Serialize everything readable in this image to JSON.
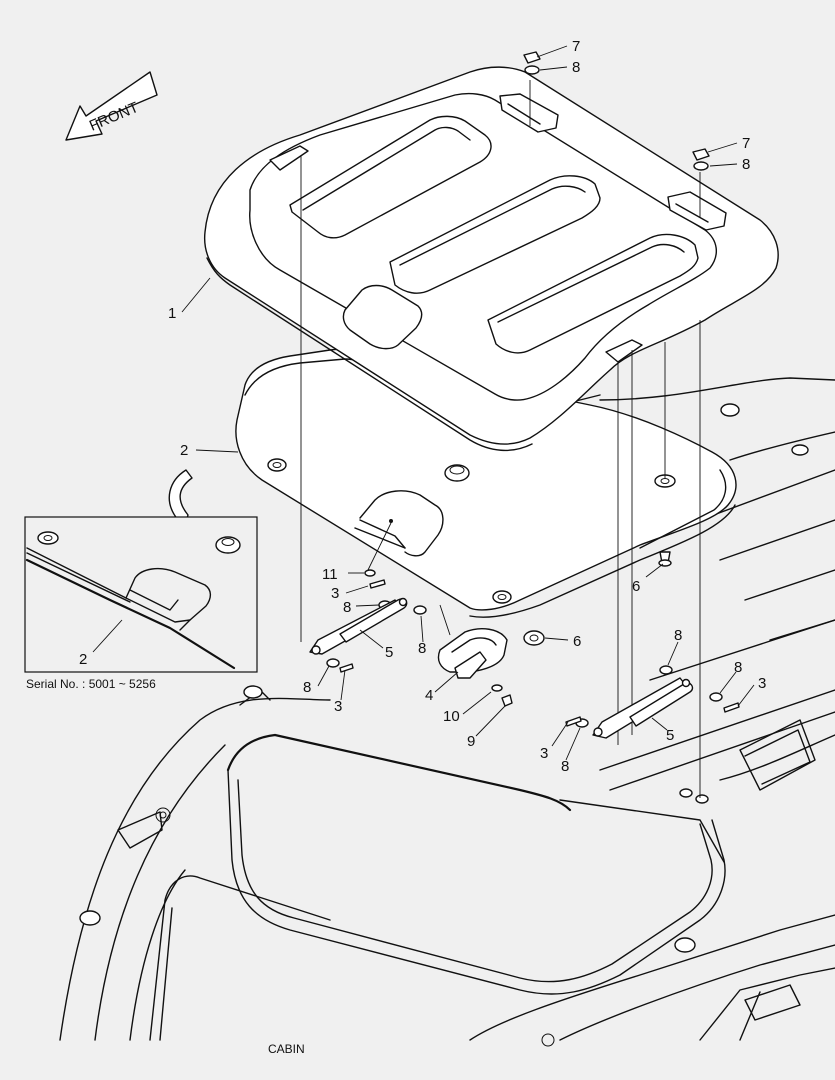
{
  "front_arrow": {
    "label": "FRONT"
  },
  "callouts": {
    "c1": "1",
    "c2": "2",
    "c2_inset": "2",
    "c3a": "3",
    "c3b": "3",
    "c3c": "3",
    "c3d": "3",
    "c4": "4",
    "c5a": "5",
    "c5b": "5",
    "c6a": "6",
    "c6b": "6",
    "c7a": "7",
    "c7b": "7",
    "c8a": "8",
    "c8b": "8",
    "c8c": "8",
    "c8d": "8",
    "c8e": "8",
    "c8f": "8",
    "c8g": "8",
    "c8h": "8",
    "c9": "9",
    "c10": "10",
    "c11": "11"
  },
  "inset": {
    "caption": "Serial No. : 5001 ~ 5256"
  },
  "footer": {
    "caption": "CABIN"
  }
}
